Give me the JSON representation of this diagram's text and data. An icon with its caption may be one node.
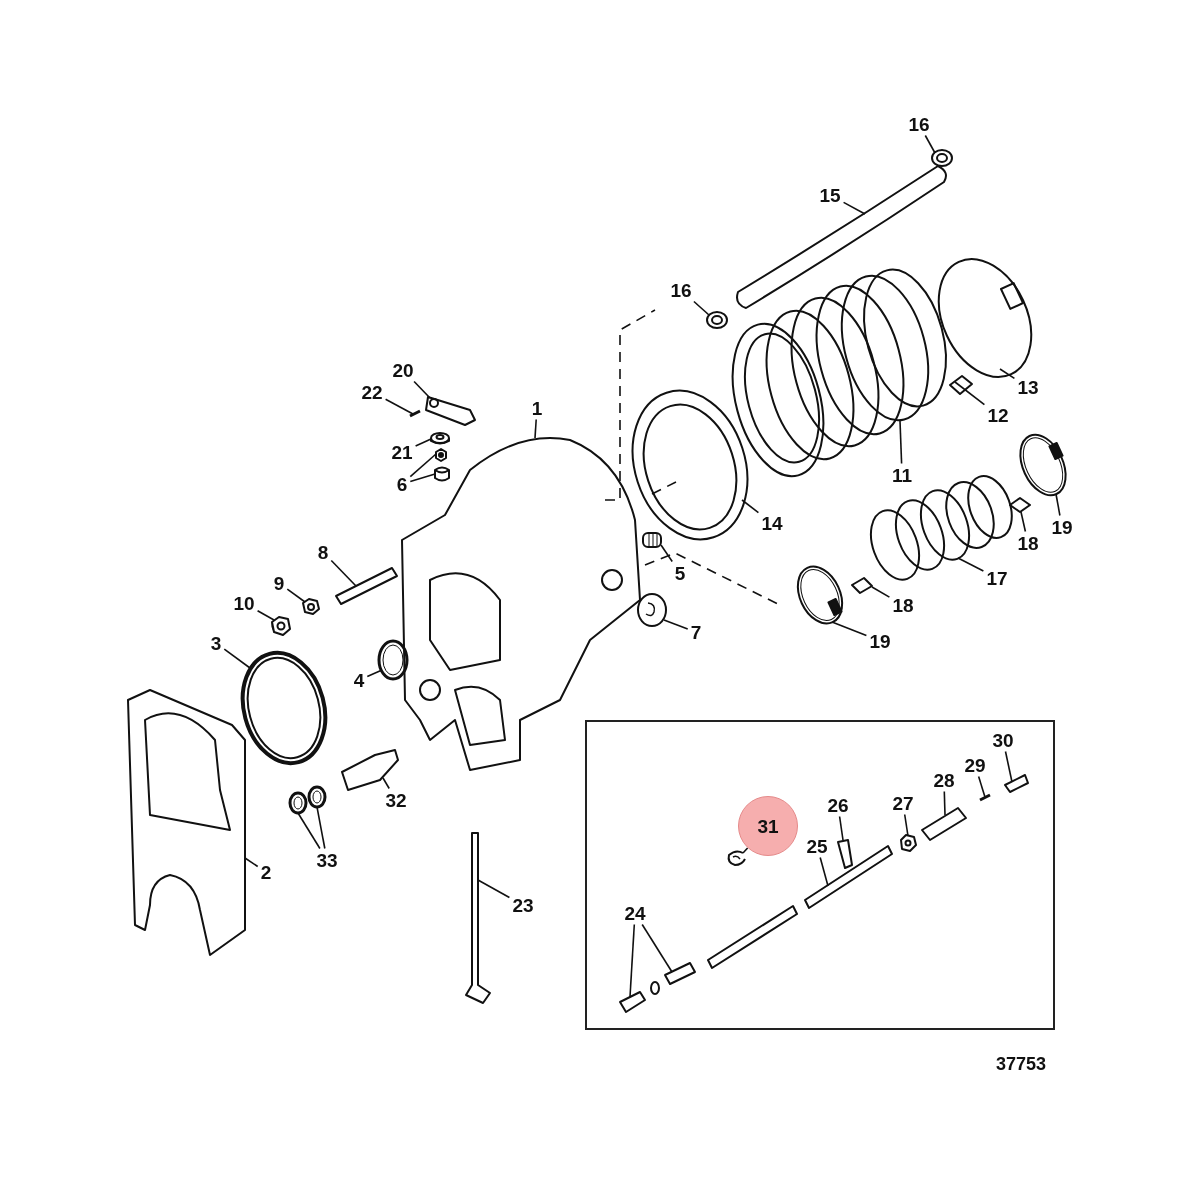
{
  "diagram": {
    "nodes": [
      {
        "text": [
          "16"
        ]
      },
      {
        "text": [
          "15"
        ]
      },
      {
        "text": [
          "16"
        ]
      },
      {
        "text": [
          "20"
        ]
      },
      {
        "text": [
          "22"
        ]
      },
      {
        "text": [
          "13"
        ]
      },
      {
        "text": [
          "1"
        ]
      },
      {
        "text": [
          "21"
        ]
      },
      {
        "text": [
          "12"
        ]
      },
      {
        "text": [
          "11"
        ]
      },
      {
        "text": [
          "6"
        ]
      },
      {
        "text": [
          "19"
        ]
      },
      {
        "text": [
          "18"
        ]
      },
      {
        "text": [
          "14"
        ]
      },
      {
        "text": [
          "8"
        ]
      },
      {
        "text": [
          "5"
        ]
      },
      {
        "text": [
          "17"
        ]
      },
      {
        "text": [
          "9"
        ]
      },
      {
        "text": [
          "10"
        ]
      },
      {
        "text": [
          "18"
        ]
      },
      {
        "text": [
          "7"
        ]
      },
      {
        "text": [
          "19"
        ]
      },
      {
        "text": [
          "3"
        ]
      },
      {
        "text": [
          "4"
        ]
      },
      {
        "text": [],
        "shape": "box"
      },
      {
        "text": [
          "30"
        ],
        "in": 24
      },
      {
        "text": [
          "29"
        ],
        "in": 24
      },
      {
        "text": [
          "28"
        ],
        "in": 24
      },
      {
        "text": [
          "27"
        ],
        "in": 24
      },
      {
        "text": [
          "26"
        ],
        "in": 24
      },
      {
        "text": [
          "31"
        ],
        "in": 24
      },
      {
        "text": [
          "25"
        ],
        "in": 24
      },
      {
        "text": [
          "2"
        ]
      },
      {
        "text": [
          "32"
        ]
      },
      {
        "text": [
          "33"
        ]
      },
      {
        "text": [
          "23"
        ]
      },
      {
        "text": [
          "24"
        ],
        "in": 24
      },
      {
        "text": [],
        "shape": "picture"
      },
      {
        "text": [],
        "shape": "picture"
      },
      {
        "text": [],
        "shape": "picture"
      },
      {
        "text": [],
        "shape": "picture"
      },
      {
        "text": [],
        "shape": "picture"
      },
      {
        "text": [],
        "shape": "picture"
      },
      {
        "text": [],
        "shape": "picture"
      },
      {
        "text": [],
        "shape": "picture"
      },
      {
        "text": [],
        "shape": "picture"
      },
      {
        "text": [],
        "shape": "picture"
      },
      {
        "text": [],
        "shape": "picture"
      },
      {
        "text": [],
        "shape": "picture"
      },
      {
        "text": [],
        "shape": "picture"
      },
      {
        "text": [],
        "shape": "picture"
      },
      {
        "text": [],
        "shape": "picture"
      },
      {
        "text": [],
        "shape": "picture"
      },
      {
        "text": [],
        "shape": "picture"
      },
      {
        "text": [],
        "shape": "picture"
      },
      {
        "text": [],
        "shape": "picture"
      },
      {
        "text": [],
        "shape": "picture"
      },
      {
        "text": [],
        "shape": "picture"
      },
      {
        "text": [],
        "shape": "picture"
      },
      {
        "text": [],
        "shape": "picture"
      },
      {
        "text": [],
        "shape": "picture"
      },
      {
        "text": [],
        "shape": "picture"
      },
      {
        "text": [],
        "shape": "picture",
        "in": 24
      },
      {
        "text": [],
        "shape": "picture",
        "in": 24
      },
      {
        "text": [],
        "shape": "picture",
        "in": 24
      },
      {
        "text": [],
        "shape": "picture",
        "in": 24
      },
      {
        "text": [],
        "shape": "picture",
        "in": 24
      },
      {
        "text": [],
        "shape": "picture",
        "in": 24
      },
      {
        "text": [],
        "shape": "picture",
        "in": 24
      },
      {
        "text": [],
        "shape": "picture"
      },
      {
        "text": [],
        "shape": "picture"
      },
      {
        "text": [],
        "shape": "picture"
      },
      {
        "text": [],
        "shape": "picture"
      },
      {
        "text": [],
        "shape": "picture"
      },
      {
        "text": [],
        "shape": "picture",
        "in": 24
      },
      {
        "text": [],
        "shape": "picture",
        "in": 24
      }
    ],
    "edges": [
      {
        "from": 0,
        "to": 37,
        "arrow": "none"
      },
      {
        "from": 1,
        "to": 38,
        "arrow": "none"
      },
      {
        "from": 2,
        "to": 39,
        "arrow": "none"
      },
      {
        "from": 3,
        "to": 40,
        "arrow": "none"
      },
      {
        "from": 4,
        "to": 41,
        "arrow": "none"
      },
      {
        "from": 5,
        "to": 42,
        "arrow": "none"
      },
      {
        "from": 6,
        "to": 43,
        "arrow": "none"
      },
      {
        "from": 7,
        "to": 44,
        "arrow": "none"
      },
      {
        "from": 8,
        "to": 45,
        "arrow": "none"
      },
      {
        "from": 9,
        "to": 46,
        "arrow": "none"
      },
      {
        "from": 10,
        "to": 47,
        "arrow": "none"
      },
      {
        "from": 10,
        "to": 48,
        "arrow": "none"
      },
      {
        "from": 11,
        "to": 49,
        "arrow": "none"
      },
      {
        "from": 12,
        "to": 50,
        "arrow": "none"
      },
      {
        "from": 13,
        "to": 51,
        "arrow": "none"
      },
      {
        "from": 14,
        "to": 52,
        "arrow": "none"
      },
      {
        "from": 15,
        "to": 53,
        "arrow": "none"
      },
      {
        "from": 16,
        "to": 54,
        "arrow": "none"
      },
      {
        "from": 17,
        "to": 55,
        "arrow": "none"
      },
      {
        "from": 18,
        "to": 56,
        "arrow": "none"
      },
      {
        "from": 19,
        "to": 57,
        "arrow": "none"
      },
      {
        "from": 20,
        "to": 58,
        "arrow": "none"
      },
      {
        "from": 21,
        "to": 59,
        "arrow": "none"
      },
      {
        "from": 22,
        "to": 60,
        "arrow": "none"
      },
      {
        "from": 23,
        "to": 61,
        "arrow": "none"
      },
      {
        "from": 25,
        "to": 62,
        "arrow": "none"
      },
      {
        "from": 26,
        "to": 63,
        "arrow": "none"
      },
      {
        "from": 27,
        "to": 64,
        "arrow": "none"
      },
      {
        "from": 28,
        "to": 65,
        "arrow": "none"
      },
      {
        "from": 29,
        "to": 66,
        "arrow": "none"
      },
      {
        "from": 30,
        "to": 67,
        "arrow": "none"
      },
      {
        "from": 31,
        "to": 68,
        "arrow": "none"
      },
      {
        "from": 32,
        "to": 69,
        "arrow": "none"
      },
      {
        "from": 33,
        "to": 70,
        "arrow": "none"
      },
      {
        "from": 34,
        "to": 71,
        "arrow": "none"
      },
      {
        "from": 34,
        "to": 72,
        "arrow": "none"
      },
      {
        "from": 35,
        "to": 73,
        "arrow": "none"
      },
      {
        "from": 36,
        "to": 74,
        "arrow": "none"
      },
      {
        "from": 36,
        "to": 75,
        "arrow": "none"
      }
    ],
    "labels": [
      "37753"
    ]
  }
}
